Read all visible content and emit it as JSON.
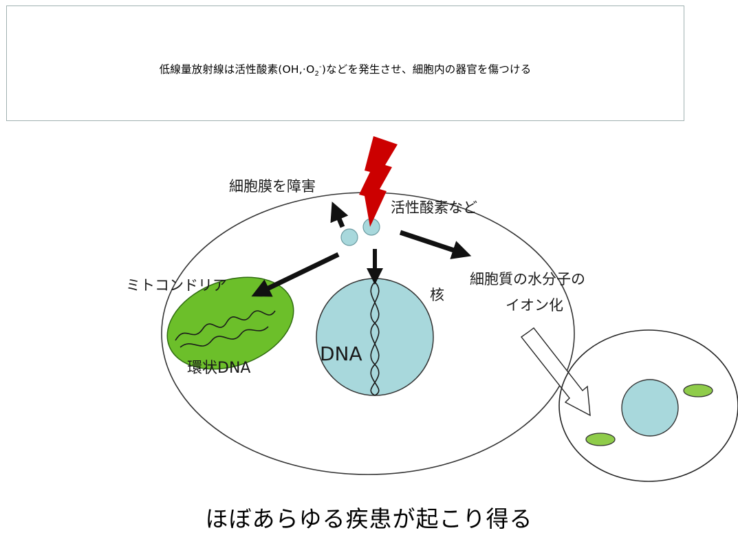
{
  "headline": {
    "prefix": "低線量放射線は活性酸素(OH,",
    "dot": "·",
    "o": "O",
    "sub": "2",
    "sup": "-",
    "suffix": ")などを発生させ、細胞内の器官を傷つける"
  },
  "labels": {
    "membrane_damage": "細胞膜を障害",
    "ros": "活性酸素など",
    "mitochondria": "ミトコンドリア",
    "nucleus": "核",
    "cytoplasm_line1": "細胞質の水分子の",
    "cytoplasm_line2": "イオン化",
    "circular_dna": "環状DNA",
    "dna": "DNA"
  },
  "caption": "ほぼあらゆる疾患が起こり得る",
  "colors": {
    "lightning": "#cc0000",
    "nucleus": "#a8d8dc",
    "mitochondria": "#6cbf2a",
    "small_organelle": "#8fcc4a",
    "arrow": "#111111"
  }
}
